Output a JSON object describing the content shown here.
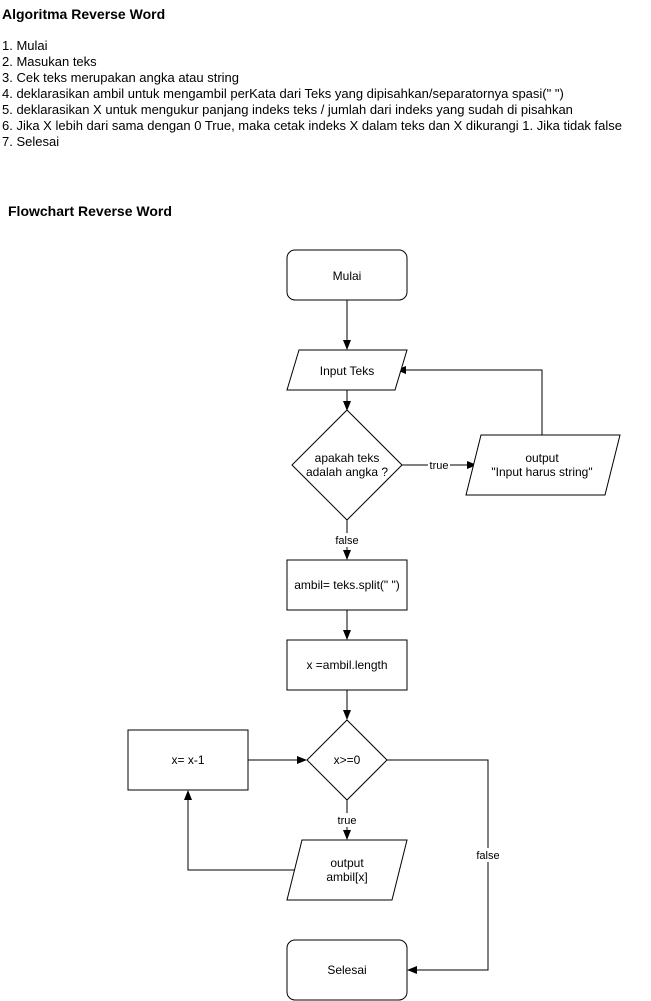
{
  "algorithm": {
    "title": "Algoritma Reverse Word",
    "steps": [
      "1. Mulai",
      "2. Masukan teks",
      "3. Cek teks merupakan angka atau string",
      "4. deklarasikan ambil untuk mengambil perKata dari Teks yang dipisahkan/separatornya spasi(\" \")",
      "5. deklarasikan X untuk mengukur panjang indeks teks / jumlah dari indeks yang sudah di pisahkan",
      "6. Jika X lebih dari sama dengan 0 True, maka cetak indeks X dalam teks dan X dikurangi 1. Jika tidak false",
      "7. Selesai"
    ]
  },
  "flowchart": {
    "title": "Flowchart Reverse Word",
    "nodes": {
      "start": "Mulai",
      "input": "Input Teks",
      "decision_number": [
        "apakah teks",
        "adalah angka ?"
      ],
      "output_error": [
        "output",
        "\"Input harus string\""
      ],
      "split": "ambil= teks.split(\" \")",
      "length": "x =ambil.length",
      "decision_loop": "x>=0",
      "decrement": "x= x-1",
      "output_word": [
        "output",
        "ambil[x]"
      ],
      "end": "Selesai"
    },
    "edge_labels": {
      "number_true": "true",
      "number_false": "false",
      "loop_true": "true",
      "loop_false": "false"
    }
  }
}
